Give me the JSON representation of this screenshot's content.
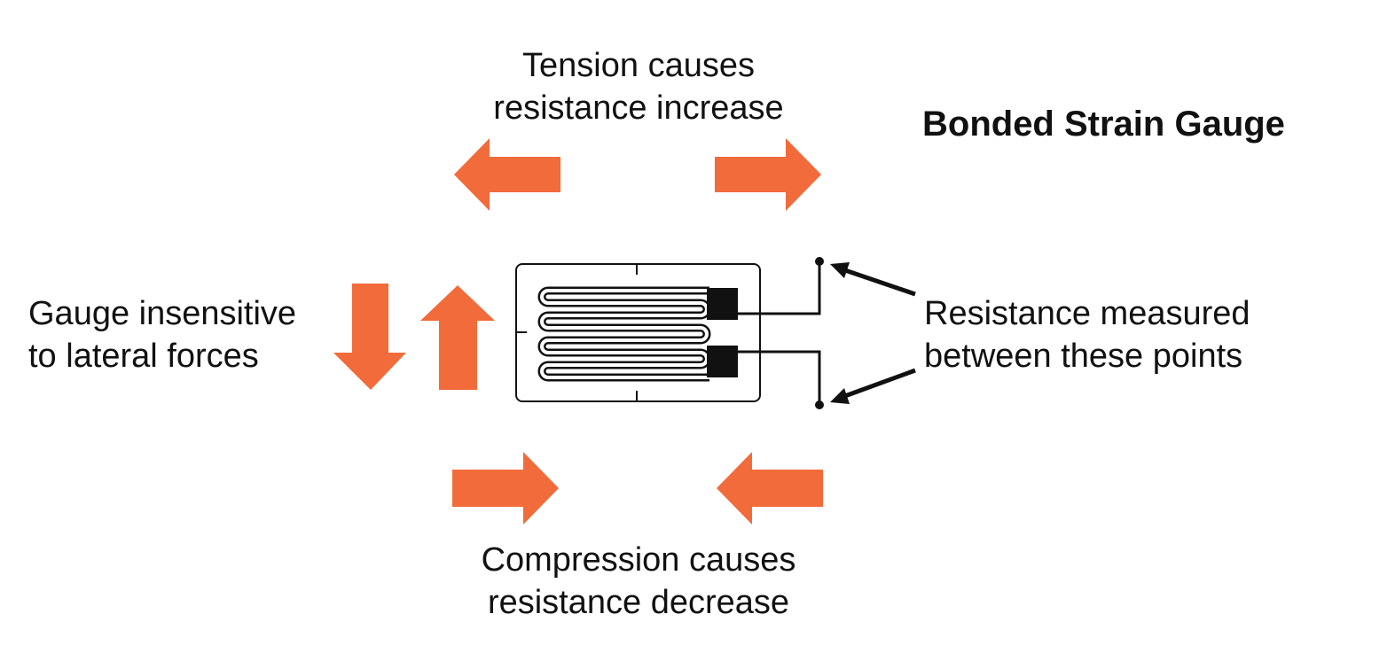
{
  "title": "Bonded Strain Gauge",
  "tension": {
    "line1": "Tension causes",
    "line2": "resistance increase"
  },
  "compression": {
    "line1": "Compression causes",
    "line2": "resistance decrease"
  },
  "lateral": {
    "line1": "Gauge insensitive",
    "line2": "to lateral forces"
  },
  "resistance": {
    "line1": "Resistance measured",
    "line2": "between these points"
  },
  "colors": {
    "arrow": "#F26B3A",
    "line": "#111111",
    "background": "#ffffff"
  }
}
